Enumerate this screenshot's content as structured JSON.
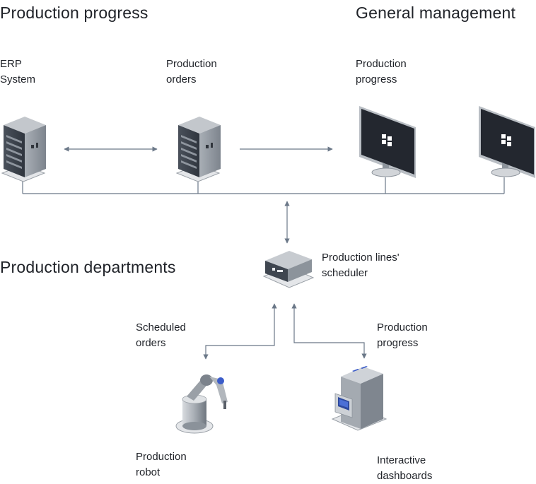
{
  "headings": {
    "production_progress": "Production progress",
    "general_management": "General management",
    "production_departments": "Production departments"
  },
  "labels": {
    "erp_system": "ERP\nSystem",
    "production_orders": "Production\norders",
    "production_progress_monitor": "Production\nprogress",
    "scheduler": "Production lines'\nscheduler",
    "scheduled_orders": "Scheduled\norders",
    "production_progress_flow": "Production\nprogress",
    "production_robot": "Production\nrobot",
    "interactive_dashboards": "Interactive\ndashboards"
  },
  "icons": {
    "erp_server": "server-rack-icon",
    "orders_server": "server-rack-icon",
    "monitor_1": "monitor-icon",
    "monitor_2": "monitor-icon",
    "scheduler_box": "scheduler-device-icon",
    "robot": "robot-arm-icon",
    "dashboard_kiosk": "kiosk-terminal-icon"
  },
  "colors": {
    "line": "#6b7888",
    "server_dark": "#3c434d",
    "server_mid": "#878f98",
    "server_light": "#c3c7cc",
    "screen": "#23272f",
    "accent_blue": "#3b5cc9"
  }
}
